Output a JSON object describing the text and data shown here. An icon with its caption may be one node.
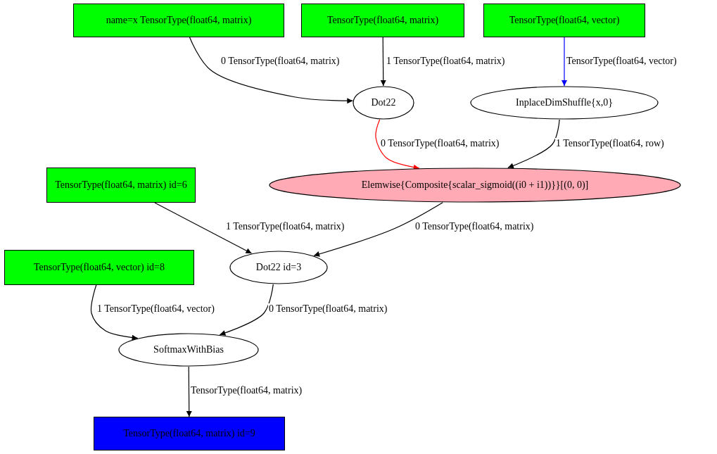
{
  "diagram": {
    "nodes": [
      {
        "text": [
          "name=x TensorType(float64, matrix)"
        ]
      },
      {
        "text": [
          "TensorType(float64, matrix)"
        ]
      },
      {
        "text": [
          "TensorType(float64, vector)"
        ]
      },
      {
        "text": [
          "Dot22"
        ]
      },
      {
        "text": [
          "InplaceDimShuffle{x,0}"
        ]
      },
      {
        "text": [
          "Elemwise{Composite{scalar_sigmoid((i0 + i1))}}[(0, 0)]"
        ]
      },
      {
        "text": [
          "TensorType(float64, matrix) id=6"
        ]
      },
      {
        "text": [
          "Dot22 id=3"
        ]
      },
      {
        "text": [
          "TensorType(float64, vector) id=8"
        ]
      },
      {
        "text": [
          "SoftmaxWithBias"
        ]
      },
      {
        "text": [
          "TensorType(float64, matrix) id=9"
        ]
      }
    ],
    "edges": [
      {
        "from": 0,
        "to": 3,
        "arrow": "to",
        "label": "0 TensorType(float64, matrix)"
      },
      {
        "from": 1,
        "to": 3,
        "arrow": "to",
        "label": "1 TensorType(float64, matrix)"
      },
      {
        "from": 2,
        "to": 4,
        "arrow": "to",
        "label": "TensorType(float64, vector)",
        "color": "#0000ff"
      },
      {
        "from": 3,
        "to": 5,
        "arrow": "to",
        "label": "0 TensorType(float64, matrix)",
        "color": "#ff0000"
      },
      {
        "from": 4,
        "to": 5,
        "arrow": "to",
        "label": "1 TensorType(float64, row)"
      },
      {
        "from": 6,
        "to": 7,
        "arrow": "to",
        "label": "1 TensorType(float64, matrix)"
      },
      {
        "from": 5,
        "to": 7,
        "arrow": "to",
        "label": "0 TensorType(float64, matrix)"
      },
      {
        "from": 8,
        "to": 9,
        "arrow": "to",
        "label": "1 TensorType(float64, vector)"
      },
      {
        "from": 7,
        "to": 9,
        "arrow": "to",
        "label": "0 TensorType(float64, matrix)"
      },
      {
        "from": 9,
        "to": 10,
        "arrow": "to",
        "label": "TensorType(float64, matrix)"
      }
    ]
  }
}
